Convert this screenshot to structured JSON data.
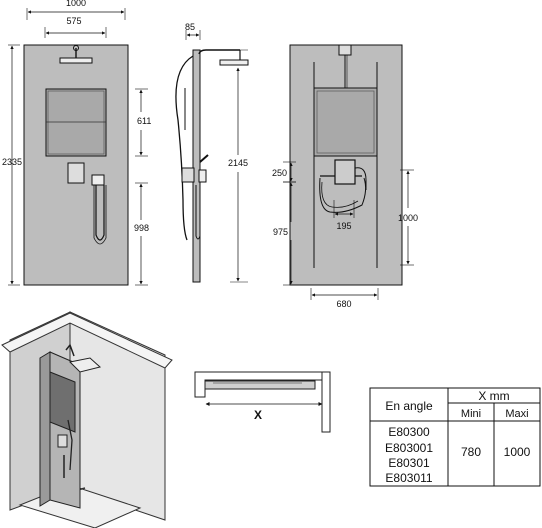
{
  "front_view": {
    "width_total": "1000",
    "width_head": "575",
    "height_total": "2335",
    "height_upper": "611",
    "height_lower": "998"
  },
  "side_view": {
    "depth": "85",
    "height": "2145"
  },
  "rear_view": {
    "height_left_small": "250",
    "height_left": "975",
    "width_spacing": "195",
    "height_right": "1000",
    "width_total": "680"
  },
  "wall_detail": {
    "label": "X"
  },
  "table": {
    "header_left": "En angle",
    "header_group": "X mm",
    "col_min": "Mini",
    "col_max": "Maxi",
    "models": [
      "E80300",
      "E803001",
      "E80301",
      "E803011"
    ],
    "min_value": "780",
    "max_value": "1000"
  },
  "colors": {
    "panel_fill": "#bdbdbd",
    "mirror_fill": "#a9a9a9",
    "ink": "#111111"
  }
}
